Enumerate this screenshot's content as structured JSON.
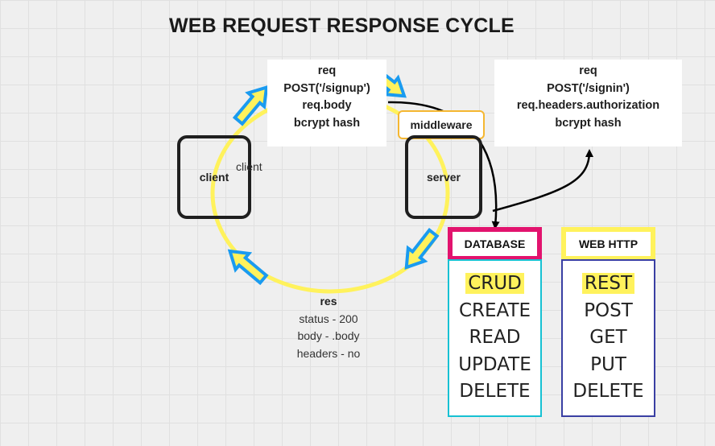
{
  "title": "WEB REQUEST RESPONSE CYCLE",
  "signup_request": {
    "lines": [
      "req",
      "POST('/signup')",
      "req.body",
      "bcrypt hash"
    ]
  },
  "signin_request": {
    "lines": [
      "req",
      "POST('/signin')",
      "req.headers.authorization",
      "bcrypt hash"
    ]
  },
  "middleware": "middleware",
  "client": {
    "box_label": "client",
    "floating_label": "client"
  },
  "server": {
    "box_label": "server"
  },
  "response": {
    "title": "res",
    "lines": [
      "status - 200",
      "body - .body",
      "headers - no"
    ]
  },
  "database": {
    "header": "DATABASE",
    "items": [
      "CRUD",
      "CREATE",
      "READ",
      "UPDATE",
      "DELETE"
    ]
  },
  "web_http": {
    "header": "WEB HTTP",
    "items": [
      "REST",
      "POST",
      "GET",
      "PUT",
      "DELETE"
    ]
  },
  "colors": {
    "cycle_ring": "#fff25c",
    "arrow_outline": "#1a9bf0",
    "arrow_fill": "#fff25c",
    "database_border": "#e2136e",
    "crud_list_border": "#17c1d3",
    "web_list_border": "#3a3fa3",
    "middleware_border": "#f5b731"
  }
}
